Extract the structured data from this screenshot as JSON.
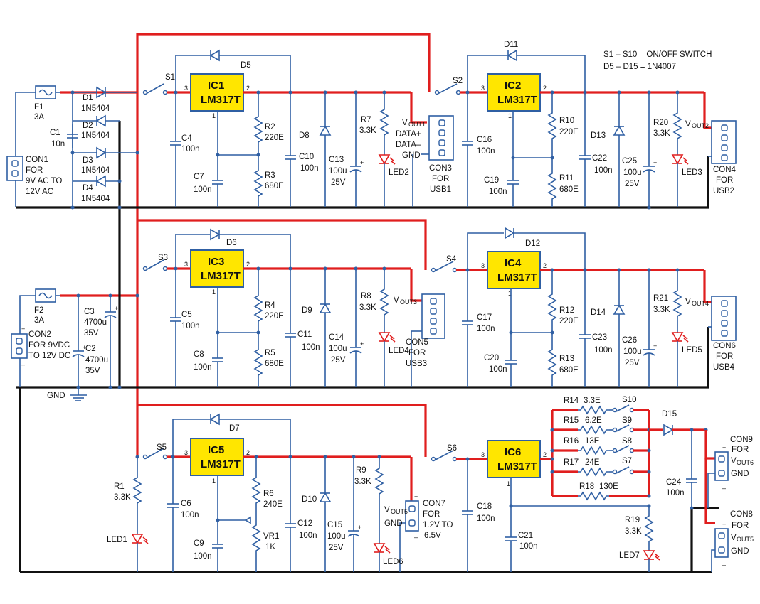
{
  "colors": {
    "wire": "#2f5fa3",
    "supply_rail": "#e01e1e",
    "ground_rail": "#111111",
    "ic_fill": "#ffe600"
  },
  "notes": {
    "switches": "S1 – S10 = ON/OFF SWITCH",
    "diodes": "D5 – D15 = 1N4007"
  },
  "input": {
    "f1": {
      "ref": "F1",
      "value": "3A"
    },
    "f2": {
      "ref": "F2",
      "value": "3A"
    },
    "d1": "D1",
    "d2": "D2",
    "d3": "D3",
    "d4": "D4",
    "bridge_part": "1N5404",
    "c1": {
      "ref": "C1",
      "value": "10n"
    },
    "con1": {
      "ref": "CON1",
      "l1": "FOR",
      "l2": "9V AC TO",
      "l3": "12V AC"
    },
    "con2": {
      "ref": "CON2",
      "l1": "FOR 9VDC",
      "l2": "TO 12V DC"
    },
    "c2": {
      "ref": "C2",
      "v1": "4700u",
      "v2": "35V"
    },
    "c3": {
      "ref": "C3",
      "v1": "4700u",
      "v2": "35V"
    },
    "gnd": "GND"
  },
  "ic_part": "LM317T",
  "stage1": {
    "ic": "IC1",
    "sw": "S1",
    "d": "D5",
    "dz": "D8",
    "c4": "C4",
    "c4v": "100n",
    "c7": "C7",
    "c7v": "100n",
    "r2": "R2",
    "r2v": "220E",
    "r3": "R3",
    "r3v": "680E",
    "c10": "C10",
    "c10v": "100n",
    "c13": "C13",
    "c13v1": "100u",
    "c13v2": "25V",
    "r7": "R7",
    "r7v": "3.3K",
    "led": "LED2",
    "con": "CON3",
    "con_l1": "FOR",
    "con_l2": "USB1",
    "vout": "V",
    "vout_sub": "OUT1",
    "data_p": "DATA+",
    "data_m": "DATA–",
    "gnd": "GND"
  },
  "stage2": {
    "ic": "IC2",
    "sw": "S2",
    "d": "D11",
    "dz": "D13",
    "c16": "C16",
    "c16v": "100n",
    "c19": "C19",
    "c19v": "100n",
    "r10": "R10",
    "r10v": "220E",
    "r11": "R11",
    "r11v": "680E",
    "c22": "C22",
    "c22v": "100n",
    "c25": "C25",
    "c25v1": "100u",
    "c25v2": "25V",
    "r20": "R20",
    "r20v": "3.3K",
    "led": "LED3",
    "con": "CON4",
    "con_l1": "FOR",
    "con_l2": "USB2",
    "vout": "V",
    "vout_sub": "OUT2"
  },
  "stage3": {
    "ic": "IC3",
    "sw": "S3",
    "d": "D6",
    "dz": "D9",
    "c5": "C5",
    "c5v": "100n",
    "c8": "C8",
    "c8v": "100n",
    "r4": "R4",
    "r4v": "220E",
    "r5": "R5",
    "r5v": "680E",
    "c11": "C11",
    "c11v": "100n",
    "c14": "C14",
    "c14v1": "100u",
    "c14v2": "25V",
    "r8": "R8",
    "r8v": "3.3K",
    "led": "LED4",
    "con": "CON5",
    "con_l1": "FOR",
    "con_l2": "USB3",
    "vout": "V",
    "vout_sub": "OUT3"
  },
  "stage4": {
    "ic": "IC4",
    "sw": "S4",
    "d": "D12",
    "dz": "D14",
    "c17": "C17",
    "c17v": "100n",
    "c20": "C20",
    "c20v": "100n",
    "r12": "R12",
    "r12v": "220E",
    "r13": "R13",
    "r13v": "680E",
    "c23": "C23",
    "c23v": "100n",
    "c26": "C26",
    "c26v1": "100u",
    "c26v2": "25V",
    "r21": "R21",
    "r21v": "3.3K",
    "led": "LED5",
    "con": "CON6",
    "con_l1": "FOR",
    "con_l2": "USB4",
    "vout": "V",
    "vout_sub": "OUT4"
  },
  "stage5": {
    "ic": "IC5",
    "sw": "S5",
    "d": "D7",
    "dz": "D10",
    "r1": "R1",
    "r1v": "3.3K",
    "led1": "LED1",
    "c6": "C6",
    "c6v": "100n",
    "c9": "C9",
    "c9v": "100n",
    "r6": "R6",
    "r6v": "240E",
    "vr1": "VR1",
    "vr1v": "1K",
    "c12": "C12",
    "c12v": "100n",
    "c15": "C15",
    "c15v1": "100u",
    "c15v2": "25V",
    "r9": "R9",
    "r9v": "3.3K",
    "led": "LED6",
    "con": "CON7",
    "con_l1": "FOR",
    "con_l2": "1.2V TO",
    "con_l3": "6.5V",
    "vout": "V",
    "vout_sub": "OUT5",
    "gnd": "GND"
  },
  "stage6": {
    "ic": "IC6",
    "sw": "S6",
    "d15": "D15",
    "c18": "C18",
    "c18v": "100n",
    "c21": "C21",
    "c21v": "100n",
    "r14": "R14",
    "r14v": "3.3E",
    "r15": "R15",
    "r15v": "6.2E",
    "r16": "R16",
    "r16v": "13E",
    "r17": "R17",
    "r17v": "24E",
    "r18": "R18",
    "r18v": "130E",
    "s7": "S7",
    "s8": "S8",
    "s9": "S9",
    "s10": "S10",
    "r19": "R19",
    "r19v": "3.3K",
    "led": "LED7",
    "c24": "C24",
    "c24v": "100n",
    "con9": "CON9",
    "con9_l1": "FOR",
    "con9_v": "V",
    "con9_sub": "OUT6",
    "con8": "CON8",
    "con8_l1": "FOR",
    "con8_v": "V",
    "con8_sub": "OUT5",
    "gnd": "GND"
  },
  "pins": {
    "in": "3",
    "out": "2",
    "adj": "1"
  }
}
